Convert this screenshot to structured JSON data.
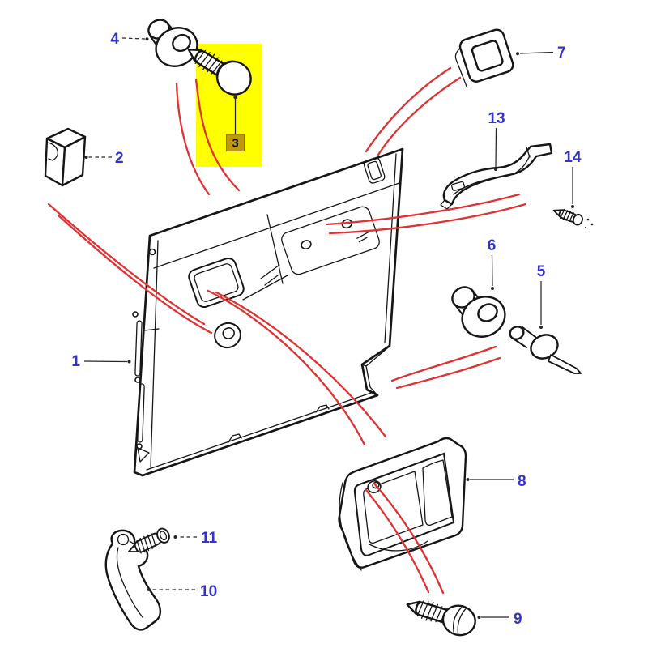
{
  "diagram": {
    "kind": "exploded-parts-diagram",
    "highlighted_part": "3",
    "labels": {
      "p1": "1",
      "p2": "2",
      "p3": "3",
      "p4": "4",
      "p5": "5",
      "p6": "6",
      "p7": "7",
      "p8": "8",
      "p9": "9",
      "p10": "10",
      "p11": "11",
      "p13": "13",
      "p14": "14"
    }
  },
  "colors": {
    "bg": "#ffffff",
    "ink": "#161616",
    "leader": "#262626",
    "label-blue": "#3333cc",
    "red": "#e03232",
    "highlight-yellow": "#ffff00",
    "tag-gold": "#c0990f",
    "tag-text": "#141400"
  }
}
